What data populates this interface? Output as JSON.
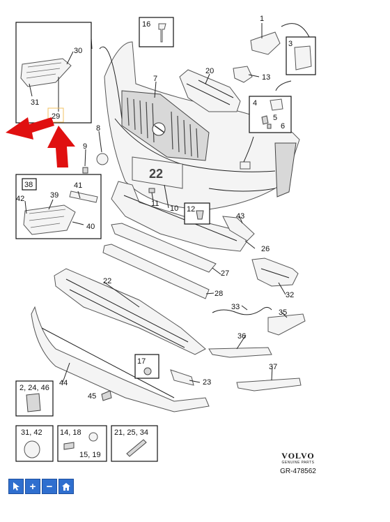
{
  "diagram": {
    "callouts": {
      "c1": "1",
      "c3": "3",
      "c4": "4",
      "c5": "5",
      "c6": "6",
      "c7": "7",
      "c8": "8",
      "c9": "9",
      "c10": "10",
      "c11": "11",
      "c12": "12",
      "c13": "13",
      "c16": "16",
      "c17": "17",
      "c20": "20",
      "c22": "22",
      "c23": "23",
      "c26": "26",
      "c27": "27",
      "c28": "28",
      "c29": "29",
      "c30": "30",
      "c31": "31",
      "c32": "32",
      "c33": "33",
      "c35": "35",
      "c36": "36",
      "c37": "37",
      "c38": "38",
      "c39": "39",
      "c40": "40",
      "c41": "41",
      "c42": "42",
      "c43": "43",
      "c44": "44",
      "c45": "45",
      "c2_24_46": "2, 24, 46",
      "c31_42": "31, 42",
      "c14_18": "14, 18",
      "c15_19": "15, 19",
      "c21_25_34": "21, 25, 34"
    },
    "brand_logo": "VOLVO",
    "brand_sub": "GENUINE PARTS",
    "diagram_code": "GR-478562"
  },
  "toolbar": {
    "tools": [
      "pointer-icon",
      "zoom-in-icon",
      "zoom-out-icon",
      "home-icon"
    ],
    "zoom_in_glyph": "+",
    "zoom_out_glyph": "−"
  },
  "colors": {
    "highlight_arrow": "#e01010",
    "toolbar_button": "#2f6fcf",
    "highlight_label": "#f0c060"
  }
}
